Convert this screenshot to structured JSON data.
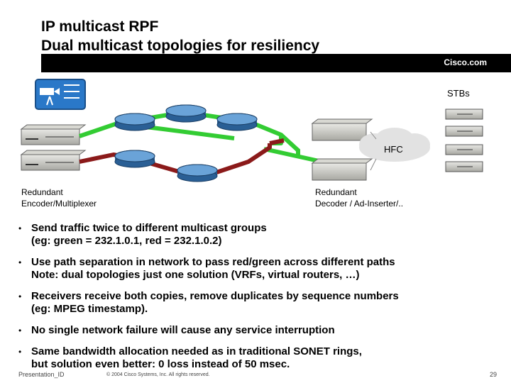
{
  "title": {
    "line1": "IP multicast RPF",
    "line2": "Dual multicast topologies for resiliency"
  },
  "brand": "Cisco.com",
  "diagram": {
    "stbs_label": "STBs",
    "hfc_label": "HFC",
    "encoder_label_line1": "Redundant",
    "encoder_label_line2": "Encoder/Multiplexer",
    "decoder_label_line1": "Redundant",
    "decoder_label_line2": "Decoder / Ad-Inserter/..",
    "colors": {
      "green": "#33cc33",
      "red": "#8b1a1a",
      "router": "#3a7ab8",
      "camera_bg": "#2a78c8"
    }
  },
  "bullets": [
    {
      "lines": [
        "Send traffic twice to different multicast groups",
        "(eg: green = 232.1.0.1, red = 232.1.0.2)"
      ]
    },
    {
      "lines": [
        "Use path separation in network to pass red/green across different paths",
        "Note: dual topologies just one solution (VRFs, virtual routers, …)"
      ]
    },
    {
      "lines": [
        "Receivers receive both copies, remove duplicates by sequence numbers",
        "(eg: MPEG timestamp)."
      ]
    },
    {
      "lines": [
        "No single network failure will cause any service interruption"
      ]
    },
    {
      "lines": [
        "Same bandwidth allocation needed as in traditional SONET rings,",
        "but solution even better: 0 loss instead of 50 msec."
      ]
    }
  ],
  "footer": {
    "left": "Presentation_ID",
    "center": "© 2004 Cisco Systems, Inc. All rights reserved.",
    "page": "29"
  }
}
